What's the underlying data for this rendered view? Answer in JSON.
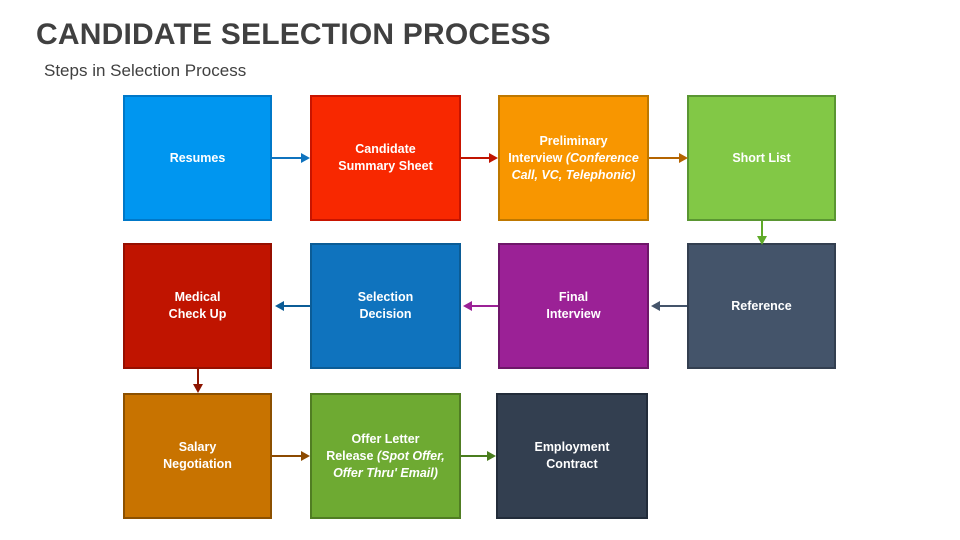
{
  "header": {
    "title": "CANDIDATE SELECTION PROCESS",
    "subtitle": "Steps in Selection Process"
  },
  "colors": {
    "title_text": "#404040",
    "background": "#ffffff",
    "resumes": "#0096F0",
    "resumes_border": "#0078C8",
    "candidate_summary": "#F82800",
    "candidate_summary_border": "#C81400",
    "preliminary_interview": "#F89600",
    "preliminary_interview_border": "#BE7800",
    "short_list": "#82C846",
    "short_list_border": "#5A9632",
    "reference": "#44546A",
    "reference_border": "#333F50",
    "final_interview": "#9B2196",
    "final_interview_border": "#6E1769",
    "selection_decision": "#0F73BE",
    "selection_decision_border": "#0B5C96",
    "medical_check_up": "#C01400",
    "medical_check_up_border": "#960F00",
    "salary_negotiation": "#C87300",
    "salary_negotiation_border": "#8C5000",
    "offer_letter": "#6EAA32",
    "offer_letter_border": "#507D23",
    "employment_contract": "#333F50",
    "employment_contract_border": "#222C3A",
    "arrow_blue": "#0F73BE",
    "arrow_red": "#C01400",
    "arrow_orange": "#B46400",
    "arrow_green": "#5FAA28",
    "arrow_slate": "#44546A",
    "arrow_purple": "#9B2196",
    "arrow_darkblue": "#0B5C96",
    "arrow_darkred": "#8C1400",
    "arrow_brown": "#8C4A00",
    "arrow_darkgreen": "#4A7D1E"
  },
  "flow": {
    "steps": [
      {
        "id": "resumes",
        "line1": "Resumes",
        "line2": "",
        "note": ""
      },
      {
        "id": "candidate-summary",
        "line1": "Candidate",
        "line2": "Summary Sheet",
        "note": ""
      },
      {
        "id": "preliminary-interview",
        "line1": "Preliminary",
        "line2": "Interview",
        "note": "(Conference Call, VC, Telephonic)"
      },
      {
        "id": "short-list",
        "line1": "Short List",
        "line2": "",
        "note": ""
      },
      {
        "id": "reference",
        "line1": "Reference",
        "line2": "",
        "note": ""
      },
      {
        "id": "final-interview",
        "line1": "Final",
        "line2": "Interview",
        "note": ""
      },
      {
        "id": "selection-decision",
        "line1": "Selection",
        "line2": "Decision",
        "note": ""
      },
      {
        "id": "medical-check-up",
        "line1": "Medical",
        "line2": "Check Up",
        "note": ""
      },
      {
        "id": "salary-negotiation",
        "line1": "Salary",
        "line2": "Negotiation",
        "note": ""
      },
      {
        "id": "offer-letter-release",
        "line1": "Offer Letter",
        "line2": "Release",
        "note": "(Spot Offer, Offer Thru' Email)"
      },
      {
        "id": "employment-contract",
        "line1": "Employment",
        "line2": "Contract",
        "note": ""
      }
    ]
  }
}
